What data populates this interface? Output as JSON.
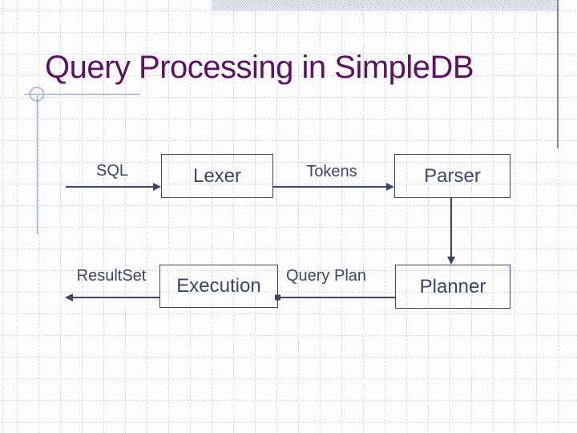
{
  "slide": {
    "title": "Query Processing in SimpleDB",
    "diagram": {
      "nodes": [
        {
          "id": "lexer",
          "label": "Lexer"
        },
        {
          "id": "parser",
          "label": "Parser"
        },
        {
          "id": "execution",
          "label": "Execution"
        },
        {
          "id": "planner",
          "label": "Planner"
        }
      ],
      "edges": [
        {
          "label": "SQL",
          "from": "input",
          "to": "Lexer",
          "direction": "right"
        },
        {
          "label": "Tokens",
          "from": "Lexer",
          "to": "Parser",
          "direction": "right"
        },
        {
          "label": "",
          "from": "Parser",
          "to": "Planner",
          "direction": "down"
        },
        {
          "label": "Query Plan",
          "from": "Planner",
          "to": "Execution",
          "direction": "left"
        },
        {
          "label": "ResultSet",
          "from": "Execution",
          "to": "output",
          "direction": "left"
        }
      ]
    },
    "colors": {
      "title_text": "#5c1163",
      "diagram_stroke_text": "#3e4569",
      "decor_lines": "#9fb0c6",
      "right_accent_line": "#7288ac",
      "top_band": "#bccee6",
      "grid_dots": "#d3d9e5",
      "background": "#fdfdfe"
    }
  }
}
